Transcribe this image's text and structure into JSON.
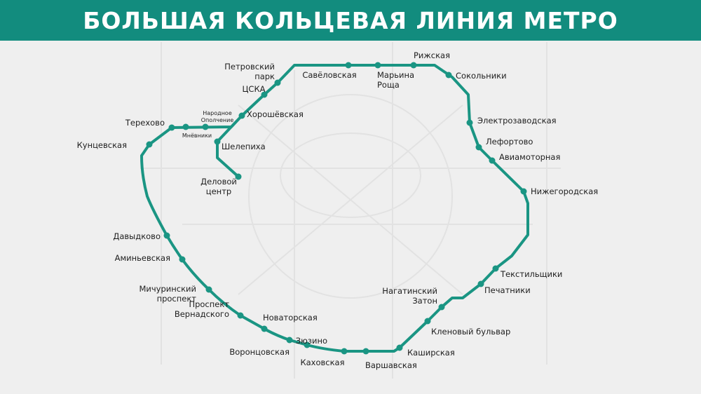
{
  "title": "БОЛЬШАЯ КОЛЬЦЕВАЯ ЛИНИЯ МЕТРО",
  "colors": {
    "header": "#128c7e",
    "line": "#1a9583",
    "background": "#efefef"
  },
  "stations": [
    {
      "name": "Деловой центр",
      "lines": [
        "Деловой",
        "центр"
      ]
    },
    {
      "name": "Шелепиха",
      "lines": [
        "Шелепиха"
      ]
    },
    {
      "name": "Хорошёвская",
      "lines": [
        "Хорошёвская"
      ]
    },
    {
      "name": "ЦСКА",
      "lines": [
        "ЦСКА"
      ]
    },
    {
      "name": "Петровский парк",
      "lines": [
        "Петровский",
        "парк"
      ]
    },
    {
      "name": "Савёловская",
      "lines": [
        "Савёловская"
      ]
    },
    {
      "name": "Марьина Роща",
      "lines": [
        "Марьина",
        "Роща"
      ]
    },
    {
      "name": "Рижская",
      "lines": [
        "Рижская"
      ]
    },
    {
      "name": "Сокольники",
      "lines": [
        "Сокольники"
      ]
    },
    {
      "name": "Электрозаводская",
      "lines": [
        "Электрозаводская"
      ]
    },
    {
      "name": "Лефортово",
      "lines": [
        "Лефортово"
      ]
    },
    {
      "name": "Авиамоторная",
      "lines": [
        "Авиамоторная"
      ]
    },
    {
      "name": "Нижегородская",
      "lines": [
        "Нижегородская"
      ]
    },
    {
      "name": "Текстильщики",
      "lines": [
        "Текстильщики"
      ]
    },
    {
      "name": "Печатники",
      "lines": [
        "Печатники"
      ]
    },
    {
      "name": "Нагатинский Затон",
      "lines": [
        "Нагатинский",
        "Затон"
      ]
    },
    {
      "name": "Кленовый бульвар",
      "lines": [
        "Кленовый бульвар"
      ]
    },
    {
      "name": "Каширская",
      "lines": [
        "Каширская"
      ]
    },
    {
      "name": "Варшавская",
      "lines": [
        "Варшавская"
      ]
    },
    {
      "name": "Каховская",
      "lines": [
        "Каховская"
      ]
    },
    {
      "name": "Зюзино",
      "lines": [
        "Зюзино"
      ]
    },
    {
      "name": "Воронцовская",
      "lines": [
        "Воронцовская"
      ]
    },
    {
      "name": "Новаторская",
      "lines": [
        "Новаторская"
      ]
    },
    {
      "name": "Проспект Вернадского",
      "lines": [
        "Проспект",
        "Вернадского"
      ]
    },
    {
      "name": "Мичуринский проспект",
      "lines": [
        "Мичуринский",
        "проспект"
      ]
    },
    {
      "name": "Аминьевская",
      "lines": [
        "Аминьевская"
      ]
    },
    {
      "name": "Давыдково",
      "lines": [
        "Давыдково"
      ]
    },
    {
      "name": "Кунцевская",
      "lines": [
        "Кунцевская"
      ]
    },
    {
      "name": "Терехово",
      "lines": [
        "Терехово"
      ]
    },
    {
      "name": "Мнёвники",
      "lines": [
        "Мнёвники"
      ]
    },
    {
      "name": "Народное Ополчение",
      "lines": [
        "Народное",
        "Ополчение"
      ]
    }
  ]
}
